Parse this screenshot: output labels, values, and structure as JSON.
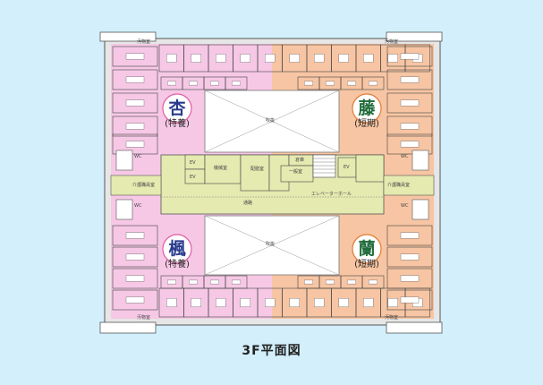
{
  "caption": "3F平面図",
  "wards": {
    "nw": {
      "name": "杏",
      "sub": "(特養)"
    },
    "ne": {
      "name": "藤",
      "sub": "(短期)"
    },
    "sw": {
      "name": "楓",
      "sub": "(特養)"
    },
    "se": {
      "name": "蘭",
      "sub": "(短期)"
    }
  },
  "rooms": {
    "void_top": "吹抜",
    "void_bottom": "吹抜",
    "machine_room": "機械室",
    "ev1": "EV",
    "ev2": "EV",
    "ev3": "EV",
    "prep_room": "配膳室",
    "storage": "倉庫",
    "general_room": "一般室",
    "care_staff_left": "介護職員室",
    "care_staff_right": "介護職員室",
    "corridor": "通路",
    "elevator_hall": "エレベーターホール",
    "wc_tl": "WC",
    "wc_tr": "WC",
    "wc_bl": "WC",
    "wc_br": "WC",
    "washroom_tl": "汚物室",
    "washroom_tr": "汚物室",
    "washroom_bl": "汚物室",
    "washroom_br": "汚物室"
  },
  "colors": {
    "background": "#d2effb",
    "pink_wing": "#f6c8e6",
    "orange_wing": "#f7c5a3",
    "core": "#e4eab0",
    "void": "#ffffff",
    "room_line": "#333333"
  }
}
